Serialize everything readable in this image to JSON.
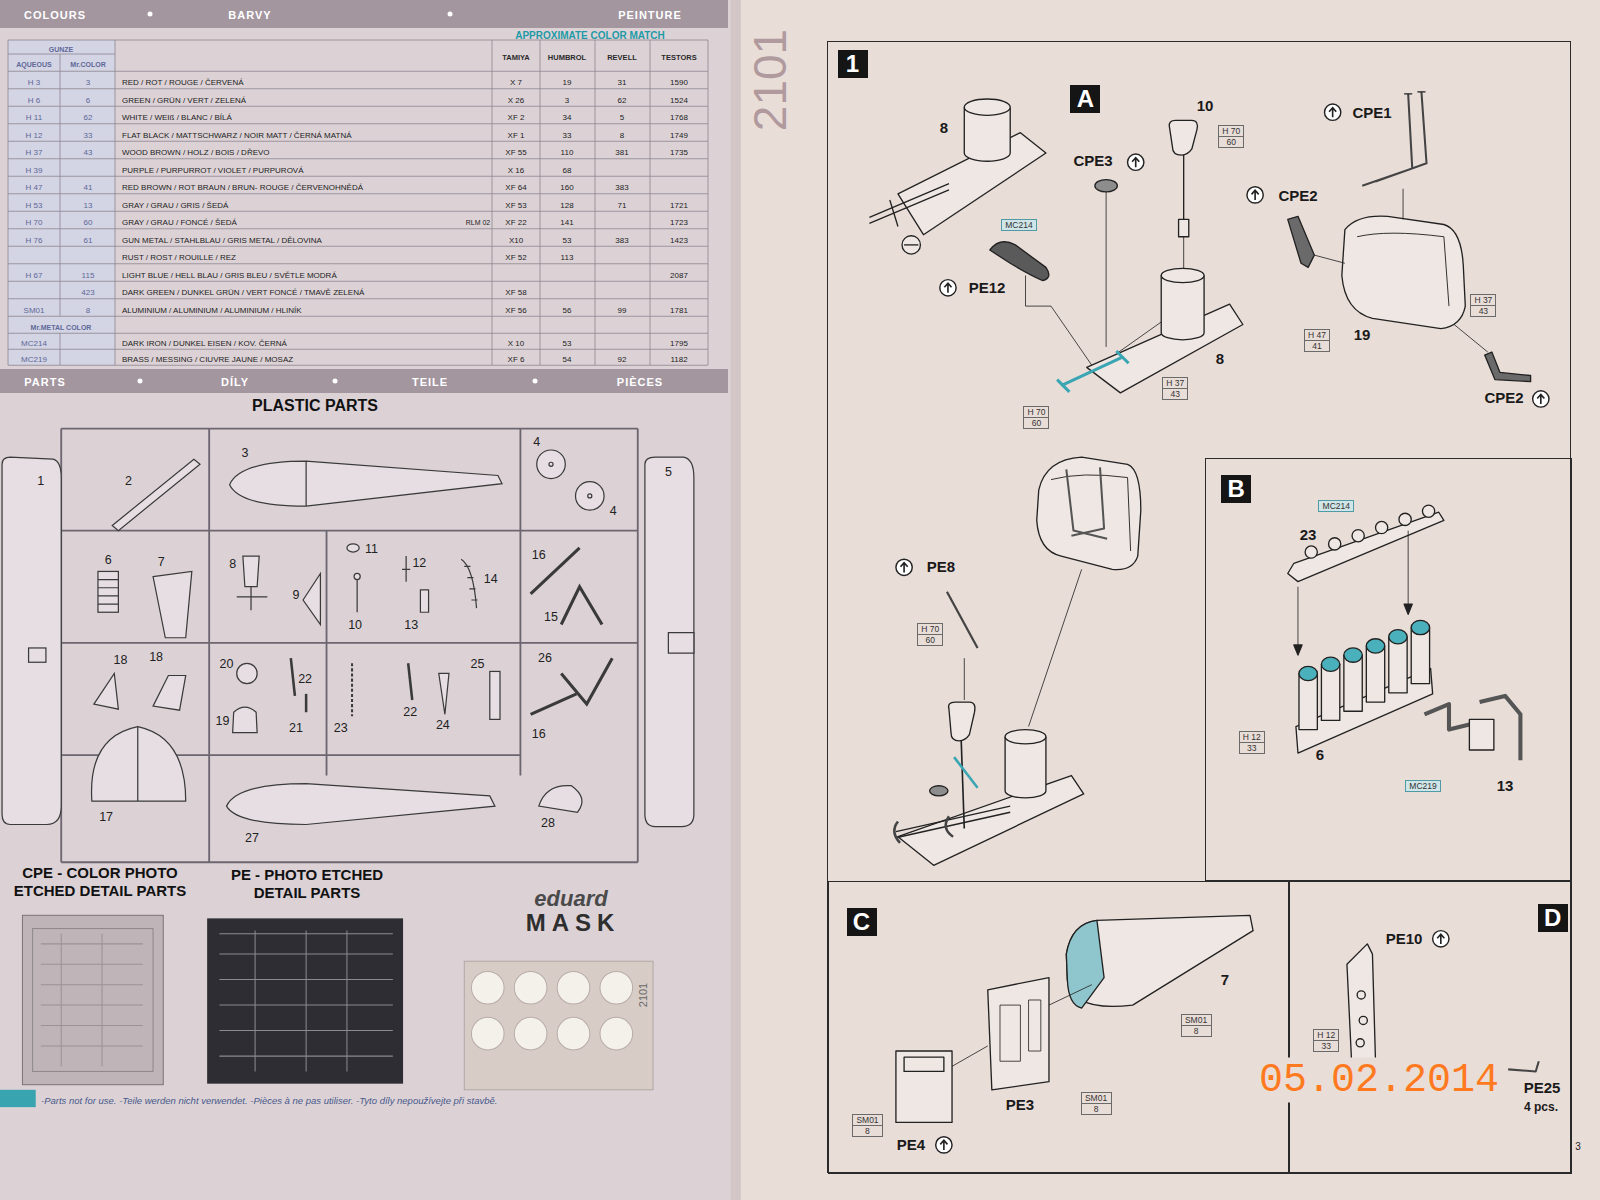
{
  "diagram": {
    "nodes": [
      {
        "text": [
          "1"
        ]
      },
      {
        "text": [
          "A"
        ],
        "in": 0
      },
      {
        "text": [
          "H 70",
          "60"
        ],
        "in": 0
      },
      {
        "text": [
          "MC214"
        ],
        "in": 0
      },
      {
        "text": [
          "H 37",
          "43"
        ],
        "in": 0
      },
      {
        "text": [
          "H 47",
          "41"
        ],
        "in": 0
      },
      {
        "text": [
          "H 37",
          "43"
        ],
        "in": 0
      },
      {
        "text": [
          "H 70",
          "60"
        ],
        "in": 0
      },
      {
        "text": [
          "H 70",
          "60"
        ],
        "in": 0
      },
      {
        "text": [
          "B"
        ],
        "in": 0
      },
      {
        "text": [
          "MC214"
        ],
        "in": 9
      },
      {
        "text": [
          "H 12",
          "33"
        ],
        "in": 9
      },
      {
        "text": [
          "MC219"
        ],
        "in": 9
      },
      {
        "text": [
          "C"
        ],
        "in": 0
      },
      {
        "text": [
          "SM01",
          "8"
        ],
        "in": 13
      },
      {
        "text": [
          "SM01",
          "8"
        ],
        "in": 13
      },
      {
        "text": [
          "SM01",
          "8"
        ],
        "in": 13
      },
      {
        "text": [
          "D"
        ],
        "in": 0
      },
      {
        "text": [
          "H 12",
          "33"
        ],
        "in": 17
      }
    ],
    "labels": [
      "COLOURS",
      "BARVY",
      "PEINTURE",
      "APPROXIMATE COLOR MATCH",
      "GUNZE",
      "AQUEOUS",
      "Mr.COLOR",
      "TAMIYA",
      "HUMBROL",
      "REVELL",
      "TESTORS",
      "H 3",
      "3",
      "RED / ROT / ROUGE / ČERVENÁ",
      "X 7",
      "19",
      "31",
      "1590",
      "H 6",
      "6",
      "GREEN / GRÜN / VERT / ZELENÁ",
      "X 26",
      "3",
      "62",
      "1524",
      "H 11",
      "62",
      "WHITE / WEIß / BLANC / BÍLÁ",
      "XF 2",
      "34",
      "5",
      "1768",
      "H 12",
      "33",
      "FLAT BLACK / MATTSCHWARZ / NOIR MATT / ČERNÁ MATNÁ",
      "XF 1",
      "33",
      "8",
      "1749",
      "H 37",
      "43",
      "WOOD BROWN / HOLZ / BOIS / DŘEVO",
      "XF 55",
      "110",
      "381",
      "1735",
      "H 39",
      "PURPLE / PURPURROT / VIOLET / PURPUROVÁ",
      "X 16",
      "68",
      "H 47",
      "41",
      "RED BROWN / ROT BRAUN / BRUN- ROUGE / ČERVENOHNĚDÁ",
      "XF 64",
      "160",
      "383",
      "H 53",
      "13",
      "GRAY / GRAU / GRIS / ŠEDÁ",
      "XF 53",
      "128",
      "71",
      "1721",
      "H 70",
      "60",
      "GRAY / GRAU / FONCÉ / ŠEDÁ",
      "RLM 02",
      "XF 22",
      "141",
      "1723",
      "H 76",
      "61",
      "GUN METAL / STAHLBLAU / GRIS METAL / DĚLOVINA",
      "X10",
      "53",
      "383",
      "1423",
      "RUST / ROST / ROUILLE / REZ",
      "XF 52",
      "113",
      "H 67",
      "115",
      "LIGHT BLUE / HELL BLAU / GRIS BLEU / SVĚTLE MODRÁ",
      "2087",
      "423",
      "DARK GREEN / DUNKEL GRÜN / VERT FONCÉ / TMAVĚ ZELENÁ",
      "XF 58",
      "SM01",
      "8",
      "ALUMINIUM / ALUMINIUM / ALUMINIUM / HLINÍK",
      "XF 56",
      "56",
      "99",
      "1781",
      "Mr.METAL COLOR",
      "MC214",
      "DARK IRON / DUNKEL EISEN / KOV. ČERNÁ",
      "X 10",
      "53",
      "1795",
      "MC219",
      "BRASS / MESSING / CIUVRE JAUNE / MOSAZ",
      "XF 6",
      "54",
      "92",
      "1182",
      "PARTS",
      "DÍLY",
      "TEILE",
      "PIÈCES",
      "PLASTIC PARTS",
      "1",
      "2",
      "3",
      "4",
      "4",
      "5",
      "6",
      "7",
      "8",
      "9",
      "11",
      "12",
      "10",
      "13",
      "14",
      "16",
      "15",
      "18",
      "18",
      "20",
      "22",
      "19",
      "21",
      "23",
      "22",
      "24",
      "25",
      "26",
      "16",
      "17",
      "27",
      "28",
      "CPE - COLOR PHOTO ETCHED DETAIL PARTS",
      "PE - PHOTO ETCHED DETAIL PARTS",
      "eduard",
      "MASK",
      "2101",
      "-Parts not for use. -Teile werden nicht verwendet. -Pièces à ne pas utiliser. -Tyto díly nepoužívejte při stavbě.",
      "2101",
      "8",
      "10",
      "CPE3",
      "CPE1",
      "CPE2",
      "PE12",
      "8",
      "19",
      "CPE2",
      "PE8",
      "23",
      "6",
      "13",
      "7",
      "PE3",
      "PE4",
      "PE10",
      "PE25",
      "4 pcs.",
      "05.02.2014",
      "3"
    ]
  }
}
